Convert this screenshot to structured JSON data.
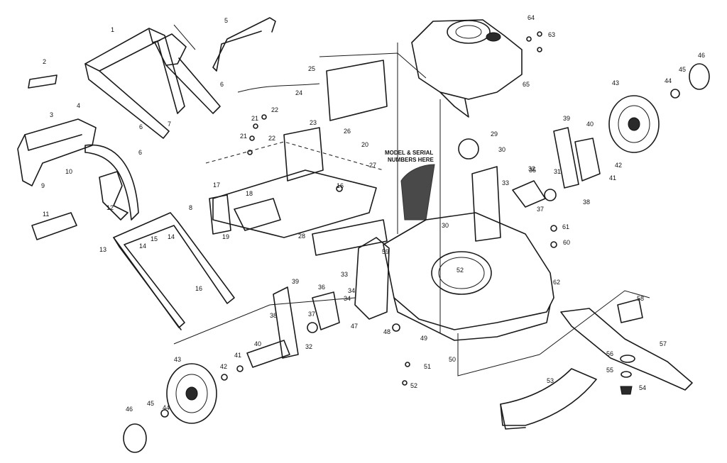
{
  "diagram": {
    "note_line1": "MODEL & SERIAL",
    "note_line2": "NUMBERS HERE",
    "callouts": [
      "1",
      "2",
      "3",
      "4",
      "5",
      "6",
      "6",
      "6",
      "7",
      "8",
      "9",
      "10",
      "11",
      "12",
      "13",
      "14",
      "14",
      "15",
      "16",
      "16",
      "17",
      "18",
      "19",
      "20",
      "21",
      "21",
      "22",
      "22",
      "23",
      "24",
      "25",
      "26",
      "27",
      "28",
      "29",
      "30",
      "30",
      "31",
      "32",
      "32",
      "33",
      "33",
      "34",
      "34",
      "35",
      "36",
      "37",
      "37",
      "38",
      "38",
      "39",
      "39",
      "40",
      "40",
      "41",
      "41",
      "42",
      "42",
      "43",
      "43",
      "44",
      "44",
      "45",
      "45",
      "46",
      "46",
      "47",
      "48",
      "49",
      "50",
      "51",
      "52",
      "52",
      "53",
      "54",
      "55",
      "56",
      "57",
      "58",
      "59",
      "60",
      "61",
      "62",
      "63",
      "64",
      "65"
    ]
  }
}
